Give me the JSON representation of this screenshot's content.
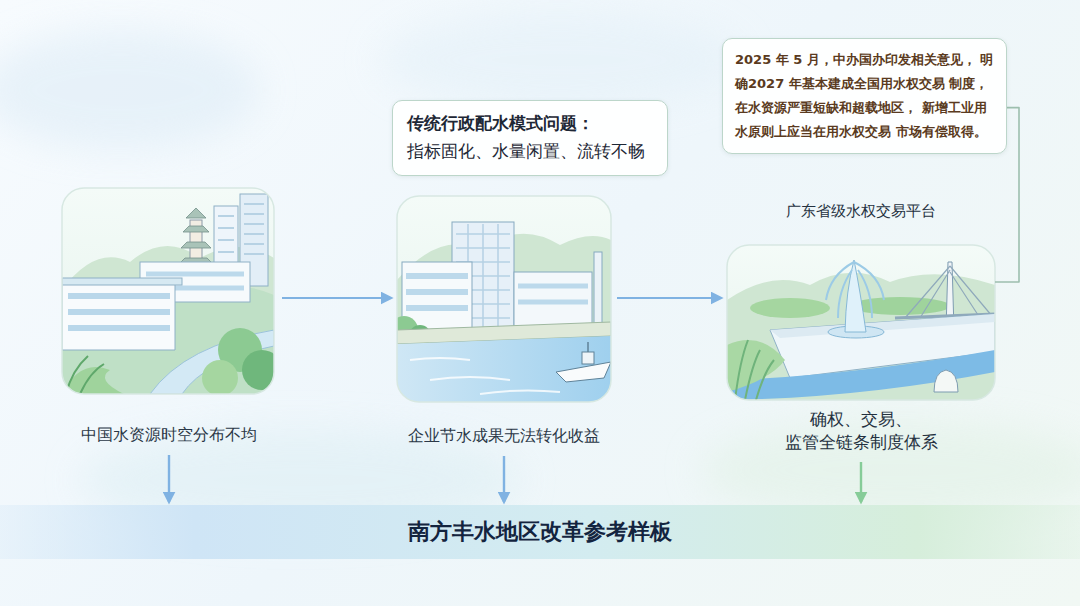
{
  "diagram": {
    "nodes": [
      {
        "text": [
          "中国水资源时空分布不均"
        ]
      },
      {
        "text": [
          "传统行政配水模式问题：",
          "指标固化、水量闲置、流转不畅"
        ]
      },
      {
        "text": [
          "企业节水成果无法转化收益"
        ]
      },
      {
        "text": [
          "2025 年 5 月，中办国办印发相关意见， 明确2027 年基本建成全国用水权交易 制度，在水资源严重短缺和超载地区， 新增工业用水原则上应当在用水权交易 市场有偿取得。"
        ]
      },
      {
        "text": [
          "广东省级水权交易平台",
          "确权、交易、 监管全链条制度体系"
        ]
      },
      {
        "text": [
          "南方丰水地区改革参考样板"
        ]
      }
    ],
    "edges": [
      {
        "from": 0,
        "to": 2,
        "arrow": "to"
      },
      {
        "from": 2,
        "to": 4,
        "arrow": "to"
      },
      {
        "from": 3,
        "to": 4,
        "arrow": "none"
      },
      {
        "from": 0,
        "to": 5,
        "arrow": "to"
      },
      {
        "from": 2,
        "to": 5,
        "arrow": "to"
      },
      {
        "from": 4,
        "to": 5,
        "arrow": "to"
      }
    ]
  }
}
